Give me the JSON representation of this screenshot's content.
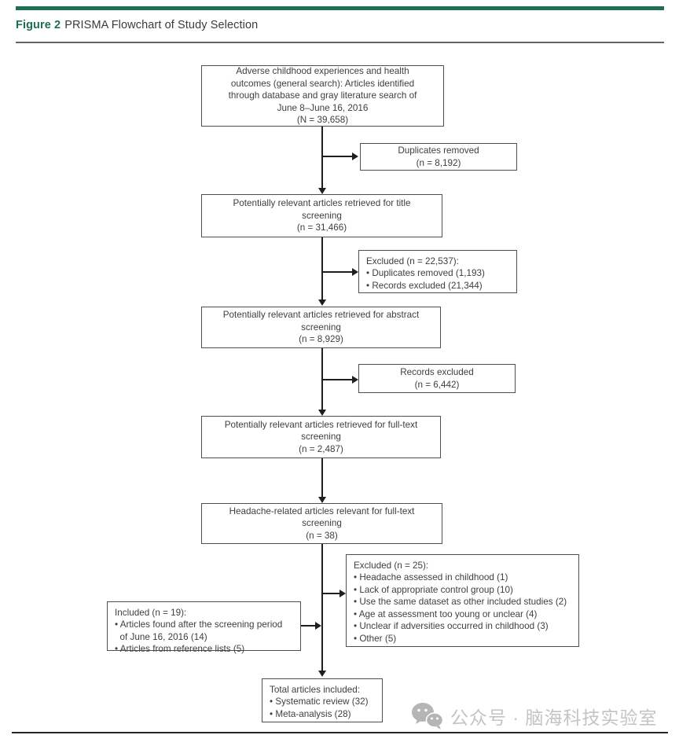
{
  "header": {
    "figure_label": "Figure 2",
    "figure_title": "PRISMA Flowchart of Study Selection"
  },
  "flowchart": {
    "boxes": [
      {
        "id": "identified",
        "text": "Adverse childhood experiences and health\noutcomes (general search): Articles identified\nthrough database and gray literature search of\nJune 8–June 16, 2016\n(N = 39,658)"
      },
      {
        "id": "duplicates_removed",
        "text": "Duplicates removed\n(n = 8,192)"
      },
      {
        "id": "title_screening",
        "text": "Potentially relevant articles retrieved for title\nscreening\n(n = 31,466)"
      },
      {
        "id": "excluded_title",
        "text": "Excluded (n = 22,537):\n• Duplicates removed (1,193)\n• Records excluded (21,344)"
      },
      {
        "id": "abstract_screening",
        "text": "Potentially relevant articles retrieved for abstract\nscreening\n(n = 8,929)"
      },
      {
        "id": "records_excluded",
        "text": "Records excluded\n(n = 6,442)"
      },
      {
        "id": "fulltext_screening",
        "text": "Potentially relevant articles retrieved for full-text\nscreening\n(n = 2,487)"
      },
      {
        "id": "headache_fulltext",
        "text": "Headache-related articles relevant for full-text\nscreening\n(n = 38)"
      },
      {
        "id": "excluded_fulltext",
        "text": "Excluded (n = 25):\n• Headache assessed in childhood (1)\n• Lack of appropriate control group (10)\n• Use the same dataset as other included studies (2)\n• Age at assessment too young or unclear (4)\n• Unclear if adversities occurred in childhood (3)\n• Other (5)"
      },
      {
        "id": "included_additional",
        "text": "Included (n = 19):\n• Articles found after the screening period\n  of June 16, 2016 (14)\n• Articles from reference lists (5)"
      },
      {
        "id": "total_included",
        "text": "Total articles included:\n• Systematic review (32)\n• Meta-analysis (28)"
      }
    ]
  },
  "footer": {
    "watermark_text": "公众号 · 脑海科技实验室",
    "watermark_icon": "wechat-icon"
  },
  "colors": {
    "accent_green": "#1e6e52",
    "box_border": "#4e4f51",
    "text": "#3d3f42",
    "arrow": "#1f1f1f",
    "watermark": "#c4c4c4"
  }
}
